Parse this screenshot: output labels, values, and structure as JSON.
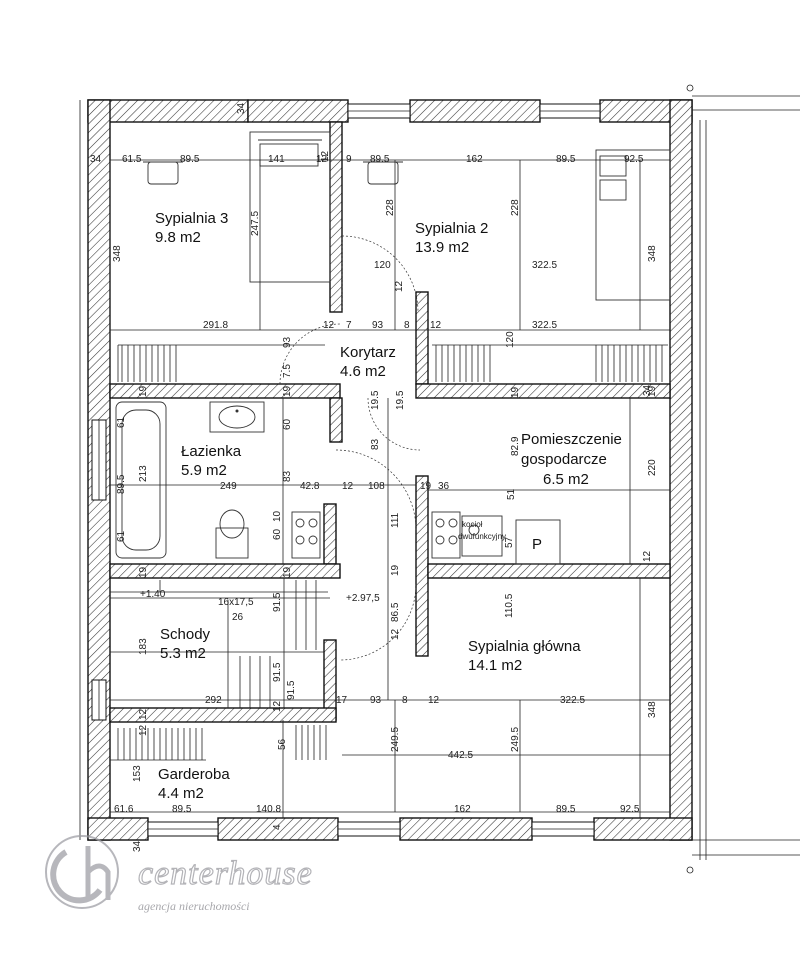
{
  "rooms": {
    "sypialnia3": {
      "name": "Sypialnia 3",
      "area": "9.8 m2"
    },
    "sypialnia2": {
      "name": "Sypialnia 2",
      "area": "13.9 m2"
    },
    "korytarz": {
      "name": "Korytarz",
      "area": "4.6 m2"
    },
    "lazienka": {
      "name": "Łazienka",
      "area": "5.9 m2"
    },
    "pomieszczenie": {
      "name_line1": "Pomieszczenie",
      "name_line2": "gospodarcze",
      "area": "6.5 m2"
    },
    "schody": {
      "name": "Schody",
      "area": "5.3 m2"
    },
    "sypialnia_glowna": {
      "name": "Sypialnia główna",
      "area": "14.1 m2"
    },
    "garderoba": {
      "name": "Garderoba",
      "area": "4.4 m2"
    }
  },
  "dims": {
    "d1": "34",
    "d2": "61.5",
    "d3": "89.5",
    "d4": "141",
    "d5": "12",
    "d6": "9",
    "d7": "89.5",
    "d8": "162",
    "d9": "89.5",
    "d10": "92.5",
    "d11": "348",
    "d12": "247.5",
    "d13": "228",
    "d14": "228",
    "d15": "348",
    "d16": "120",
    "d17": "12",
    "d18": "322.5",
    "d19": "291.8",
    "d20": "12",
    "d21": "7",
    "d22": "93",
    "d23": "8",
    "d24": "12",
    "d25": "120",
    "d26": "322.5",
    "d27": "93",
    "d28": "7.5",
    "d29": "19",
    "d30": "19",
    "d31": "19.5",
    "d32": "19.5",
    "d33": "19",
    "d34": "19",
    "d35": "60",
    "d36": "83",
    "d37": "83",
    "d38": "82.9",
    "d39": "220",
    "d40": "61",
    "d41": "89.5",
    "d42": "213",
    "d43": "249",
    "d44": "42.8",
    "d45": "12",
    "d46": "108",
    "d47": "111",
    "d48": "19",
    "d49": "36",
    "d50": "51",
    "d51": "60",
    "d52": "10",
    "d53": "61",
    "d54": "12",
    "d55": "19",
    "d56": "19",
    "d57": "19",
    "d58": "+1.40",
    "d59": "16x17,5",
    "d60": "26",
    "d61": "91.5",
    "d62": "+2.97,5",
    "d63": "86.5",
    "d64": "12",
    "d65": "110.5",
    "d66": "183",
    "d67": "91.5",
    "d68": "292",
    "d69": "12",
    "d70": "91.5",
    "d71": "17",
    "d72": "93",
    "d73": "8",
    "d74": "12",
    "d75": "322.5",
    "d76": "348",
    "d77": "12",
    "d78": "56",
    "d79": "249.5",
    "d80": "442.5",
    "d81": "249.5",
    "d82": "153",
    "d83": "61.6",
    "d84": "89.5",
    "d85": "140.8",
    "d86": "162",
    "d87": "89.5",
    "d88": "92.5",
    "d89": "4",
    "d90": "34",
    "d91": "34",
    "d92": "12",
    "d93": "34",
    "d94": "12",
    "d95": "57"
  },
  "fixtures": {
    "boiler": "kocioł",
    "boiler_sub": "dwufunkcyjny",
    "p_label": "P"
  },
  "logo": {
    "name": "centerhouse",
    "tagline": "agencja nieruchomości"
  }
}
